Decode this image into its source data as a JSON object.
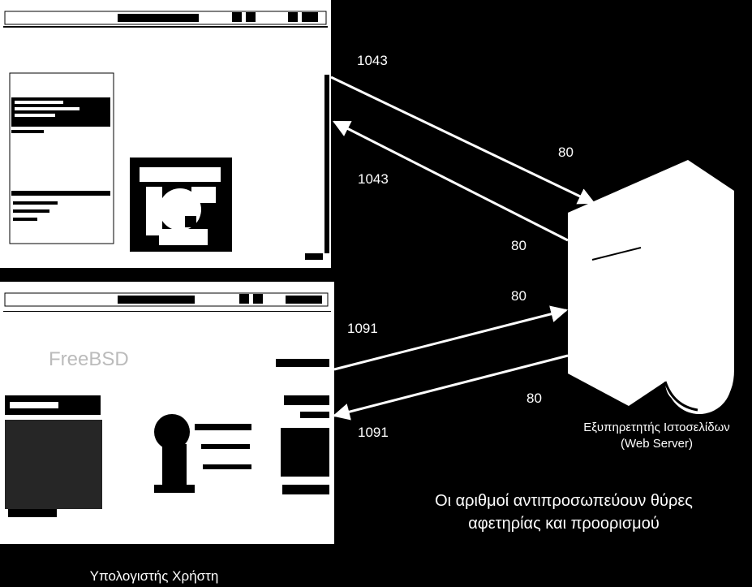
{
  "ports": {
    "top_out_source": "1043",
    "top_out_dest": "80",
    "top_in_dest": "1043",
    "top_in_source": "80",
    "bottom_out_dest": "80",
    "bottom_out_source": "1091",
    "bottom_in_source": "80",
    "bottom_in_dest": "1091"
  },
  "server": {
    "label_line1": "Εξυπηρετητής Ιστοσελίδων",
    "label_line2": "(Web Server)"
  },
  "user_computer_label": "Υπολογιστής Χρήστη",
  "note": {
    "line1": "Οι αριθμοί αντιπροσωπεύουν θύρες",
    "line2": "αφετηρίας και προορισμού"
  },
  "browser_bottom": {
    "logo_text": "FreeBSD"
  }
}
